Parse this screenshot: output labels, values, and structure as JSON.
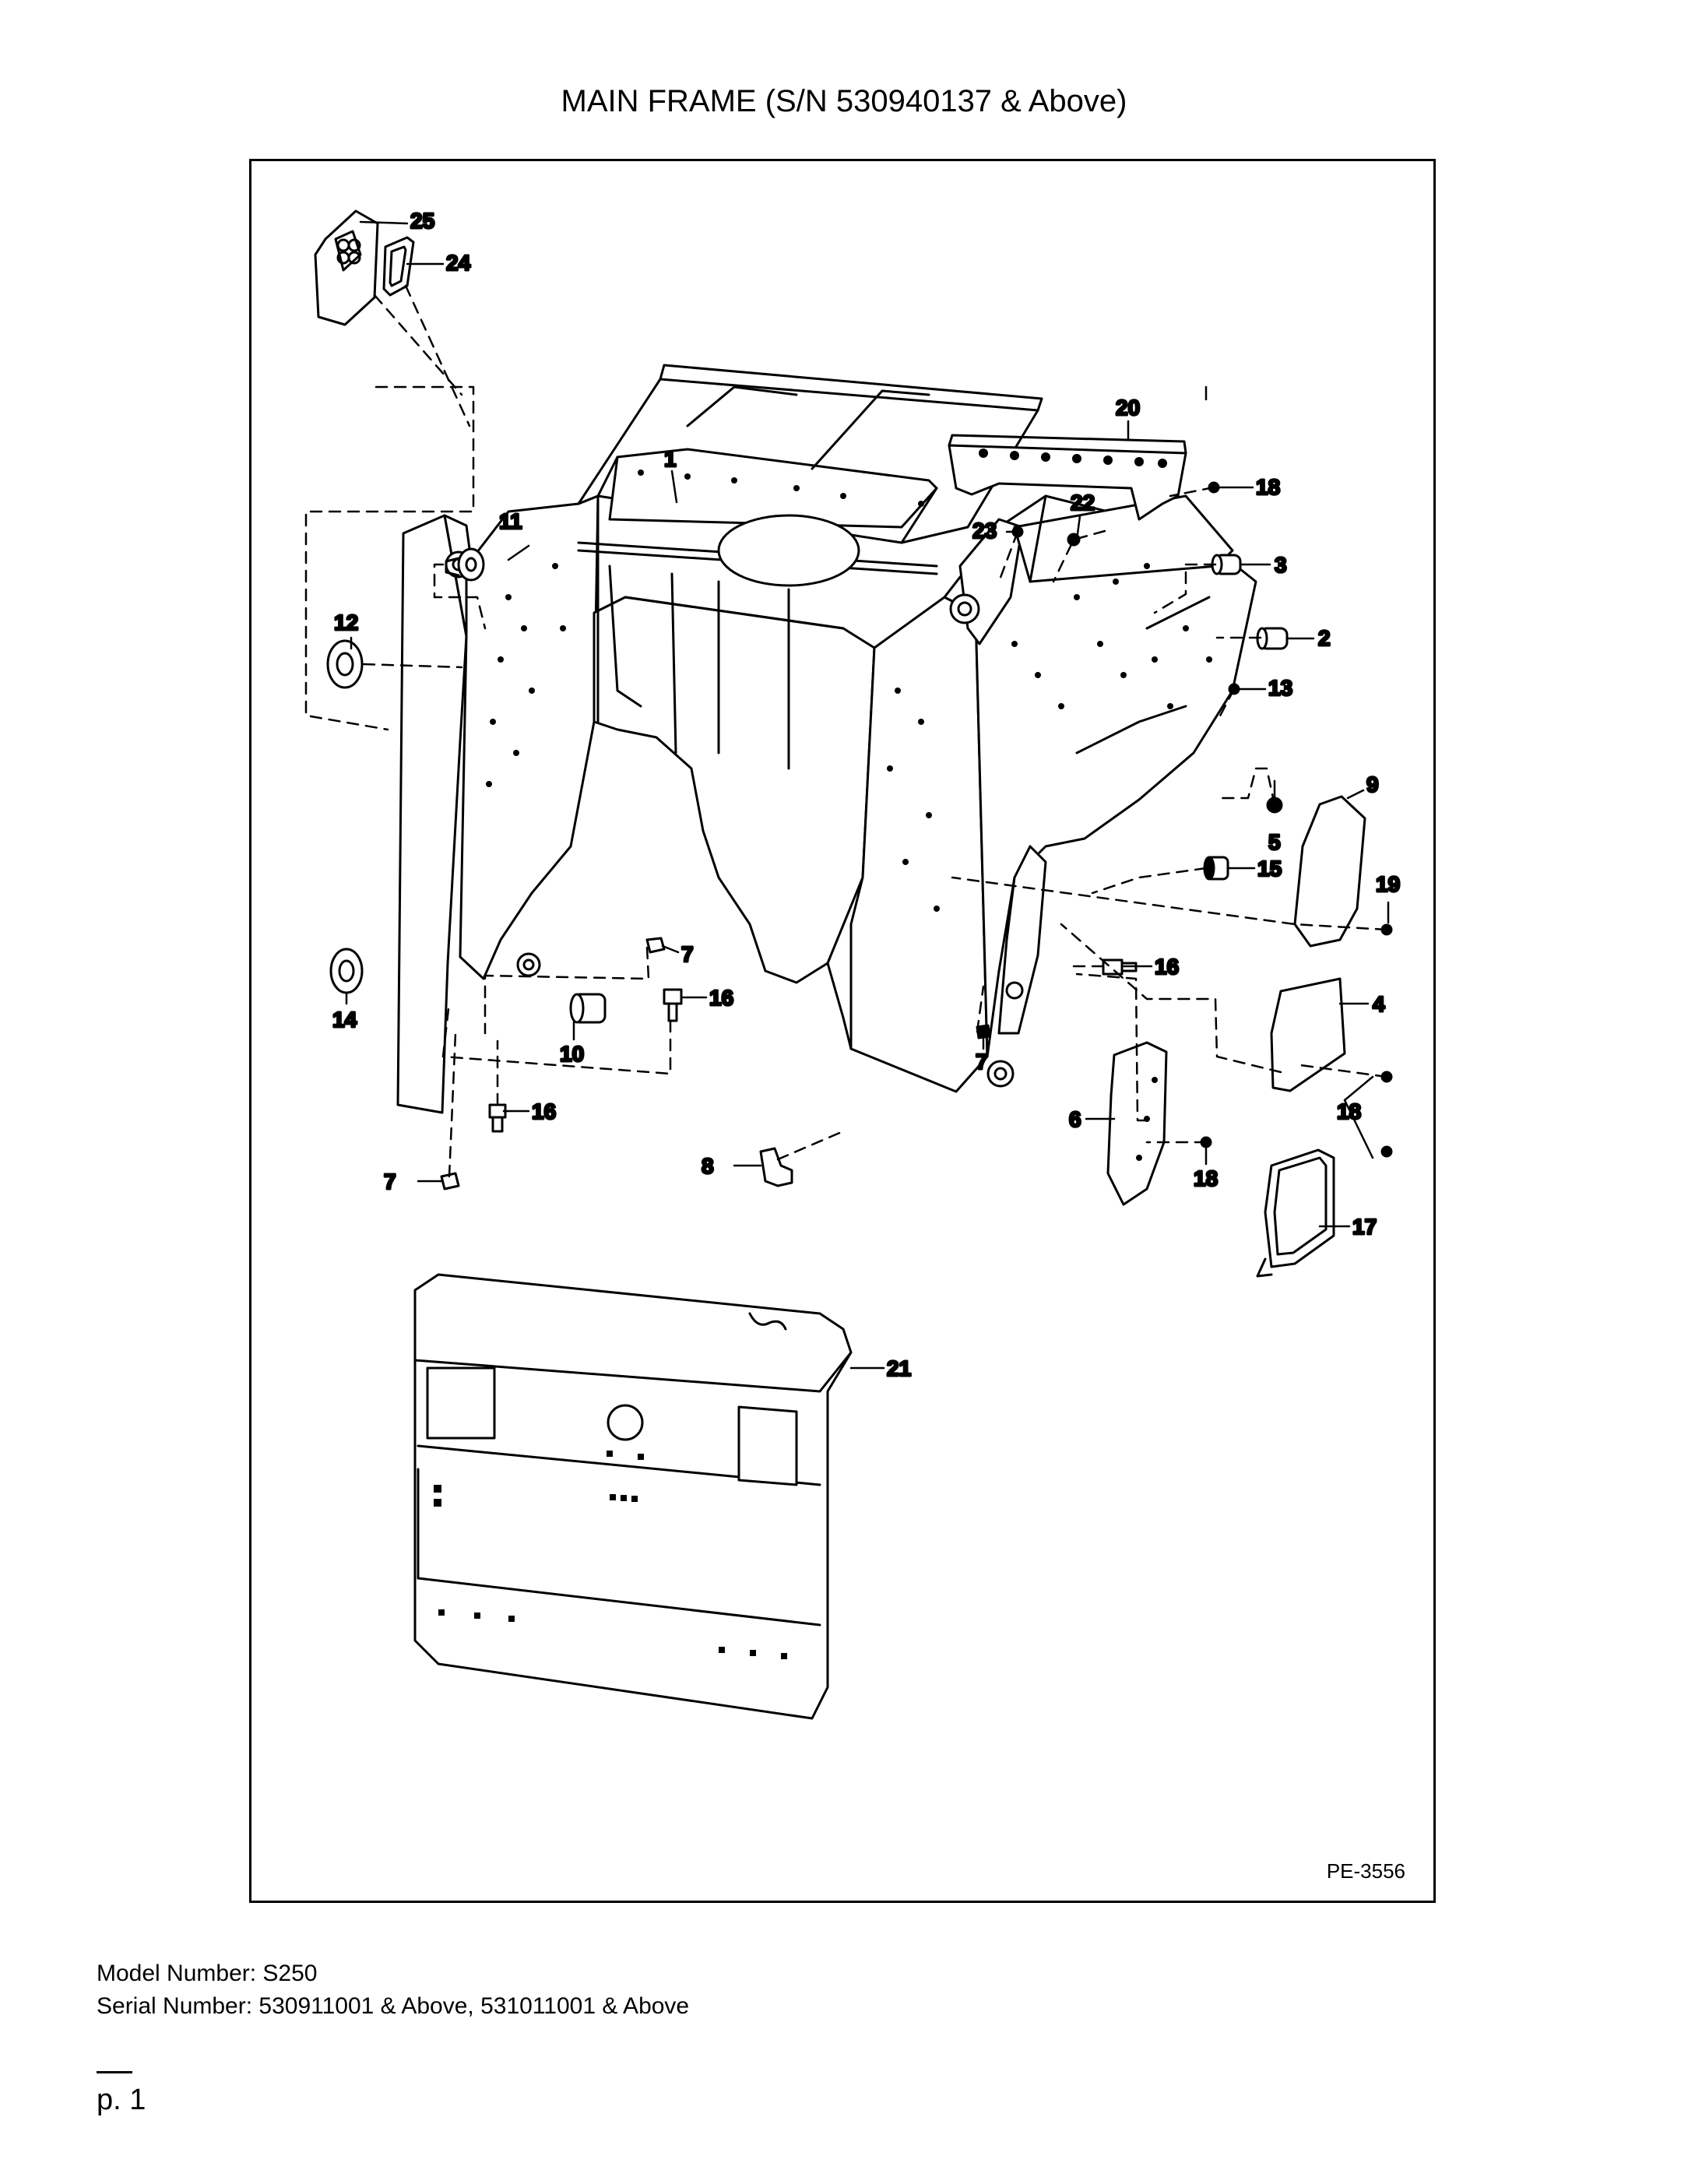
{
  "title": "MAIN FRAME (S/N 530940137 & Above)",
  "figure": {
    "reference": "PE-3556",
    "callouts": [
      "1",
      "2",
      "3",
      "4",
      "5",
      "6",
      "7",
      "8",
      "9",
      "10",
      "11",
      "12",
      "13",
      "14",
      "15",
      "16",
      "17",
      "18",
      "19",
      "20",
      "21",
      "22",
      "23",
      "24",
      "25"
    ]
  },
  "footer": {
    "model": "Model Number: S250",
    "serial": "Serial Number: 530911001 & Above, 531011001 & Above",
    "page": "p. 1"
  }
}
